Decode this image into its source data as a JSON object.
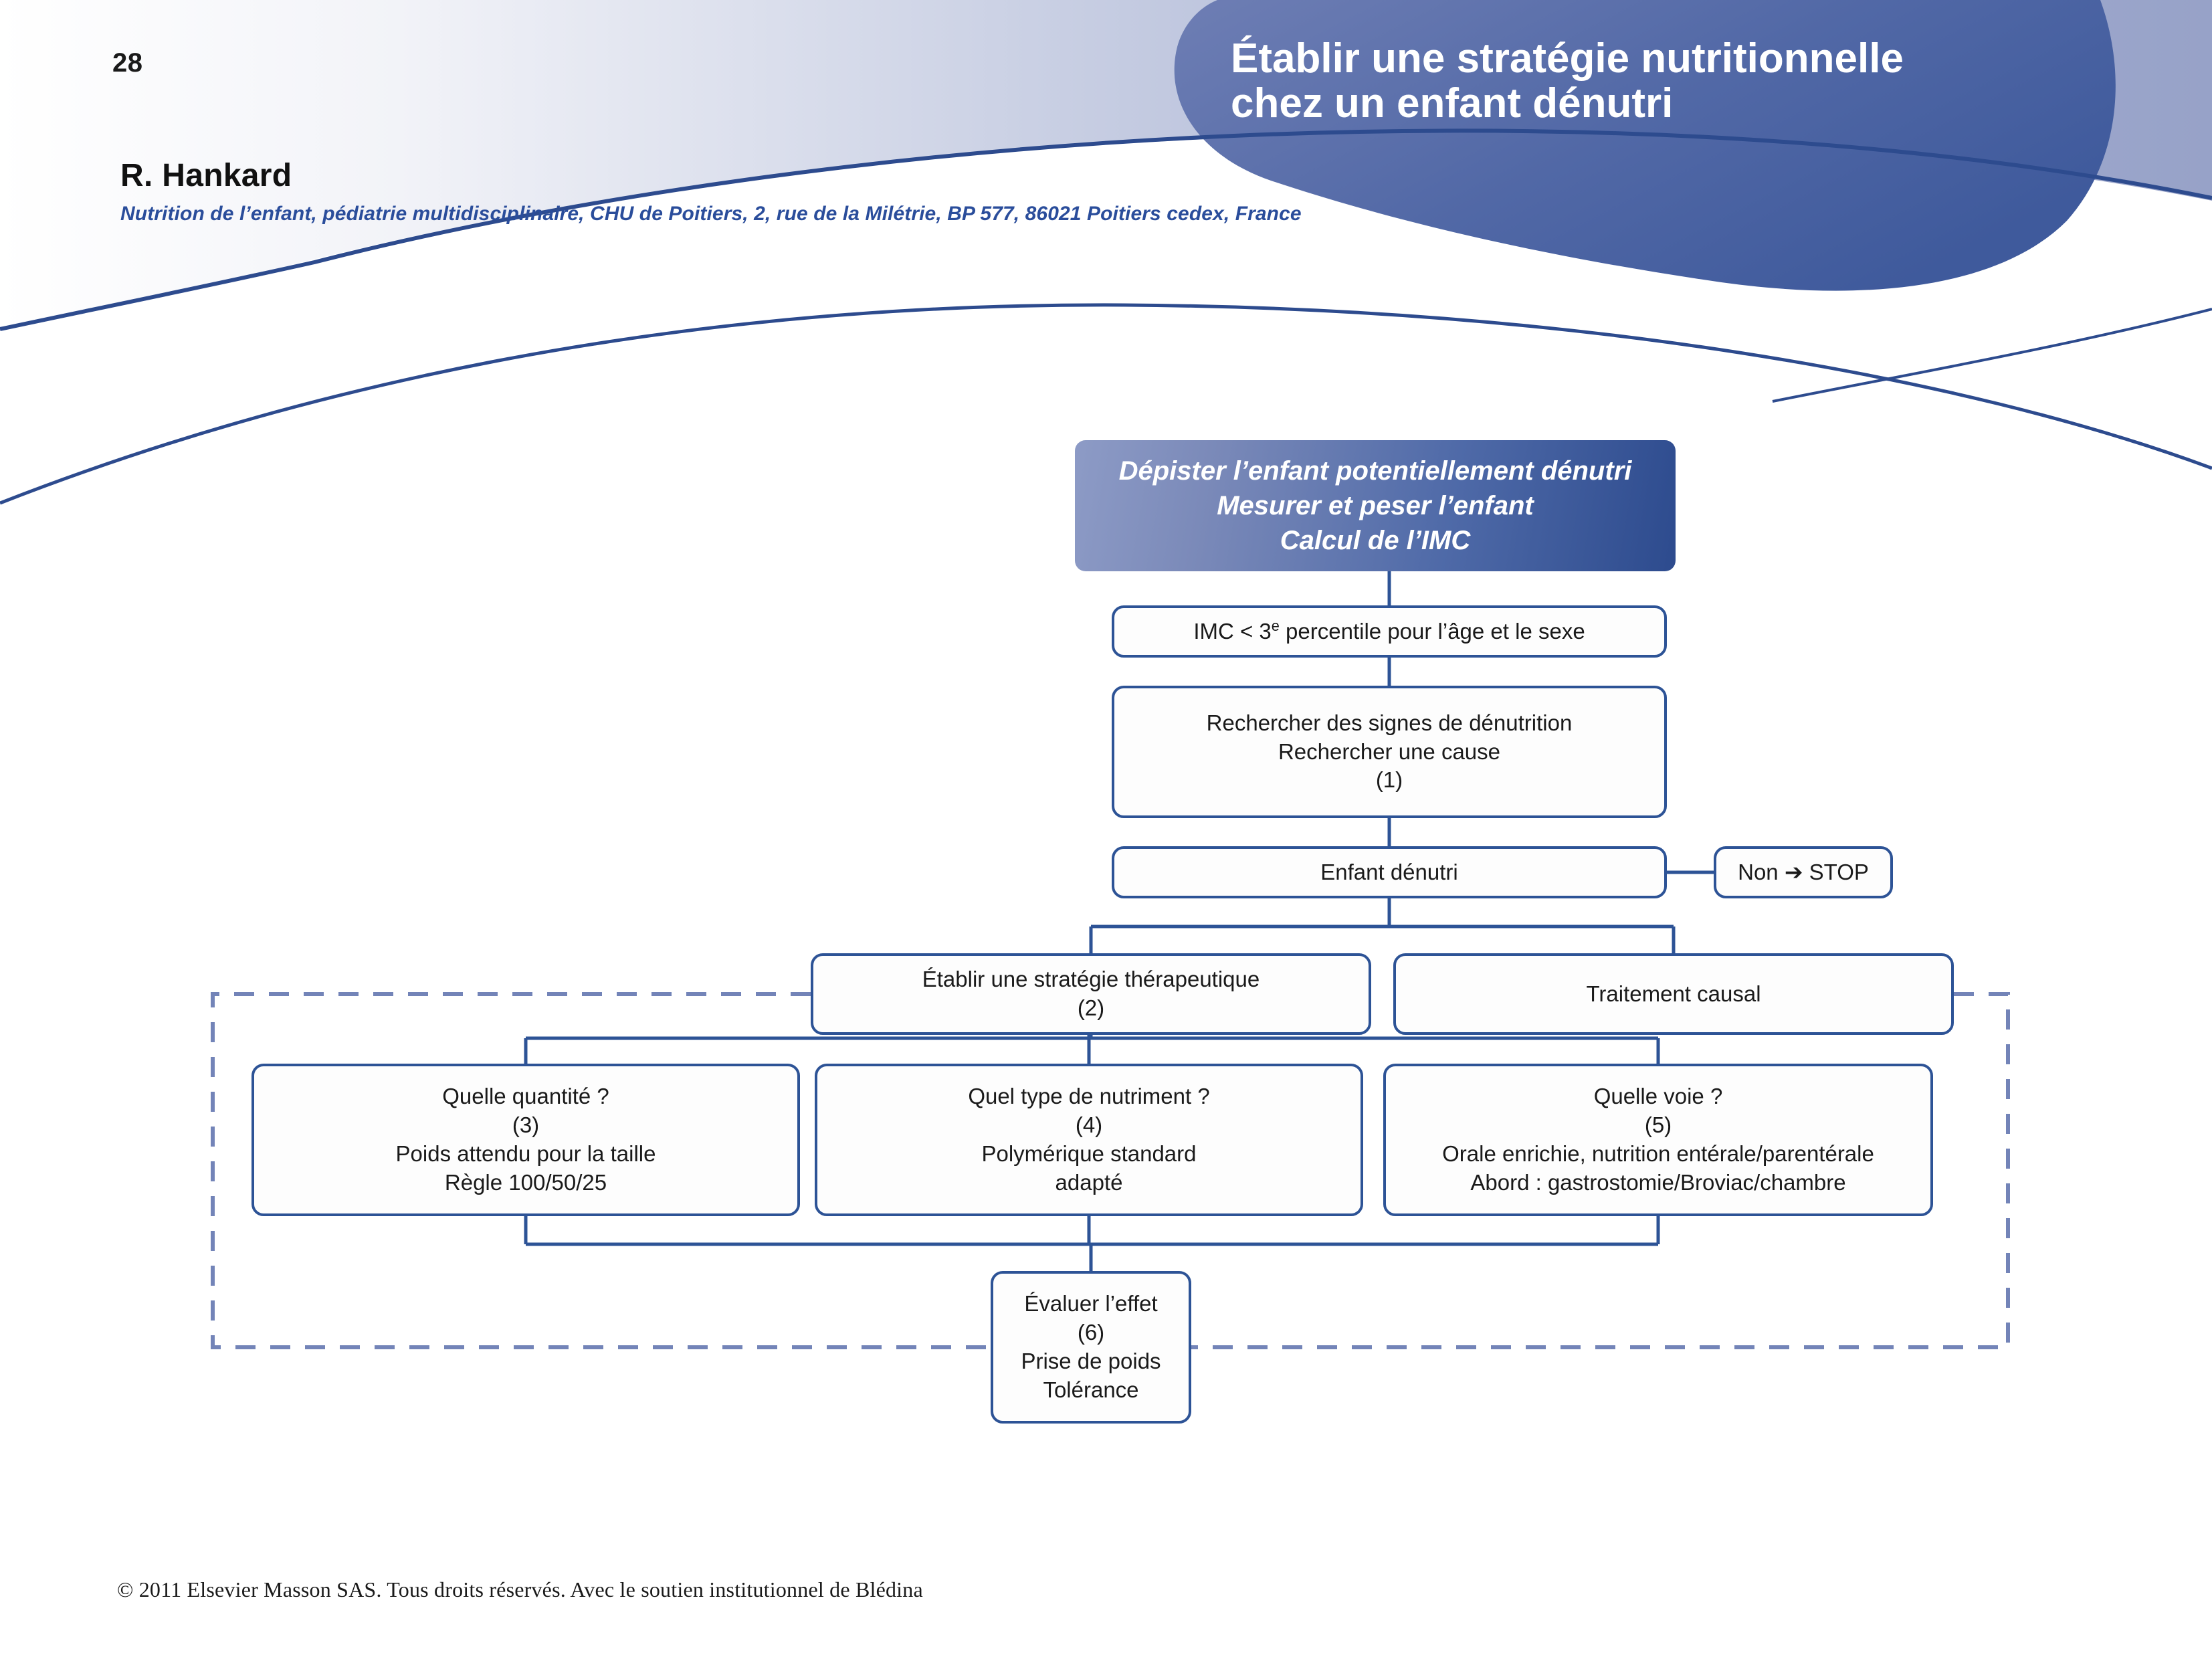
{
  "header": {
    "page_number": "28",
    "title_line1": "Établir une stratégie nutritionnelle",
    "title_line2": "chez un enfant dénutri",
    "author": "R. Hankard",
    "affiliation": "Nutrition de l’enfant, pédiatrie multidisciplinaire, CHU de Poitiers, 2, rue de la Milétrie, BP 577, 86021 Poitiers cedex, France"
  },
  "colors": {
    "accent_blue": "#2d5396",
    "header_deep_blue": "#2d4b8e",
    "header_light_blue": "#8d9bc6",
    "dashed_blue": "#7384b8",
    "affiliation_blue": "#2a4d9b"
  },
  "flowchart": {
    "hero": {
      "line1": "Dépister l’enfant potentiellement dénutri",
      "line2": "Mesurer et peser l’enfant",
      "line3": "Calcul de l’IMC"
    },
    "imc": {
      "prefix": "IMC < 3",
      "sup": "e",
      "suffix": " percentile pour l’âge et le sexe"
    },
    "signes": {
      "line1": "Rechercher des signes de dénutrition",
      "line2": "Rechercher une cause",
      "line3": "(1)"
    },
    "enfant_denutri": {
      "line1": "Enfant dénutri"
    },
    "non_stop": {
      "line1": "Non ➔ STOP"
    },
    "strategie": {
      "line1": "Établir une stratégie thérapeutique",
      "line2": "(2)"
    },
    "traitement_causal": {
      "line1": "Traitement causal"
    },
    "quantite": {
      "line1": "Quelle quantité ?",
      "line2": "(3)",
      "line3": "Poids attendu pour la taille",
      "line4": "Règle 100/50/25"
    },
    "nutriment": {
      "line1": "Quel type de nutriment ?",
      "line2": "(4)",
      "line3": "Polymérique standard",
      "line4": "adapté"
    },
    "voie": {
      "line1": "Quelle voie ?",
      "line2": "(5)",
      "line3": "Orale enrichie, nutrition entérale/parentérale",
      "line4": "Abord : gastrostomie/Broviac/chambre"
    },
    "evaluer": {
      "line1": "Évaluer l’effet",
      "line2": "(6)",
      "line3": "Prise de poids",
      "line4": "Tolérance"
    }
  },
  "footer": {
    "copyright": "© 2011 Elsevier Masson SAS. Tous droits réservés. Avec le soutien institutionnel de Blédina"
  }
}
